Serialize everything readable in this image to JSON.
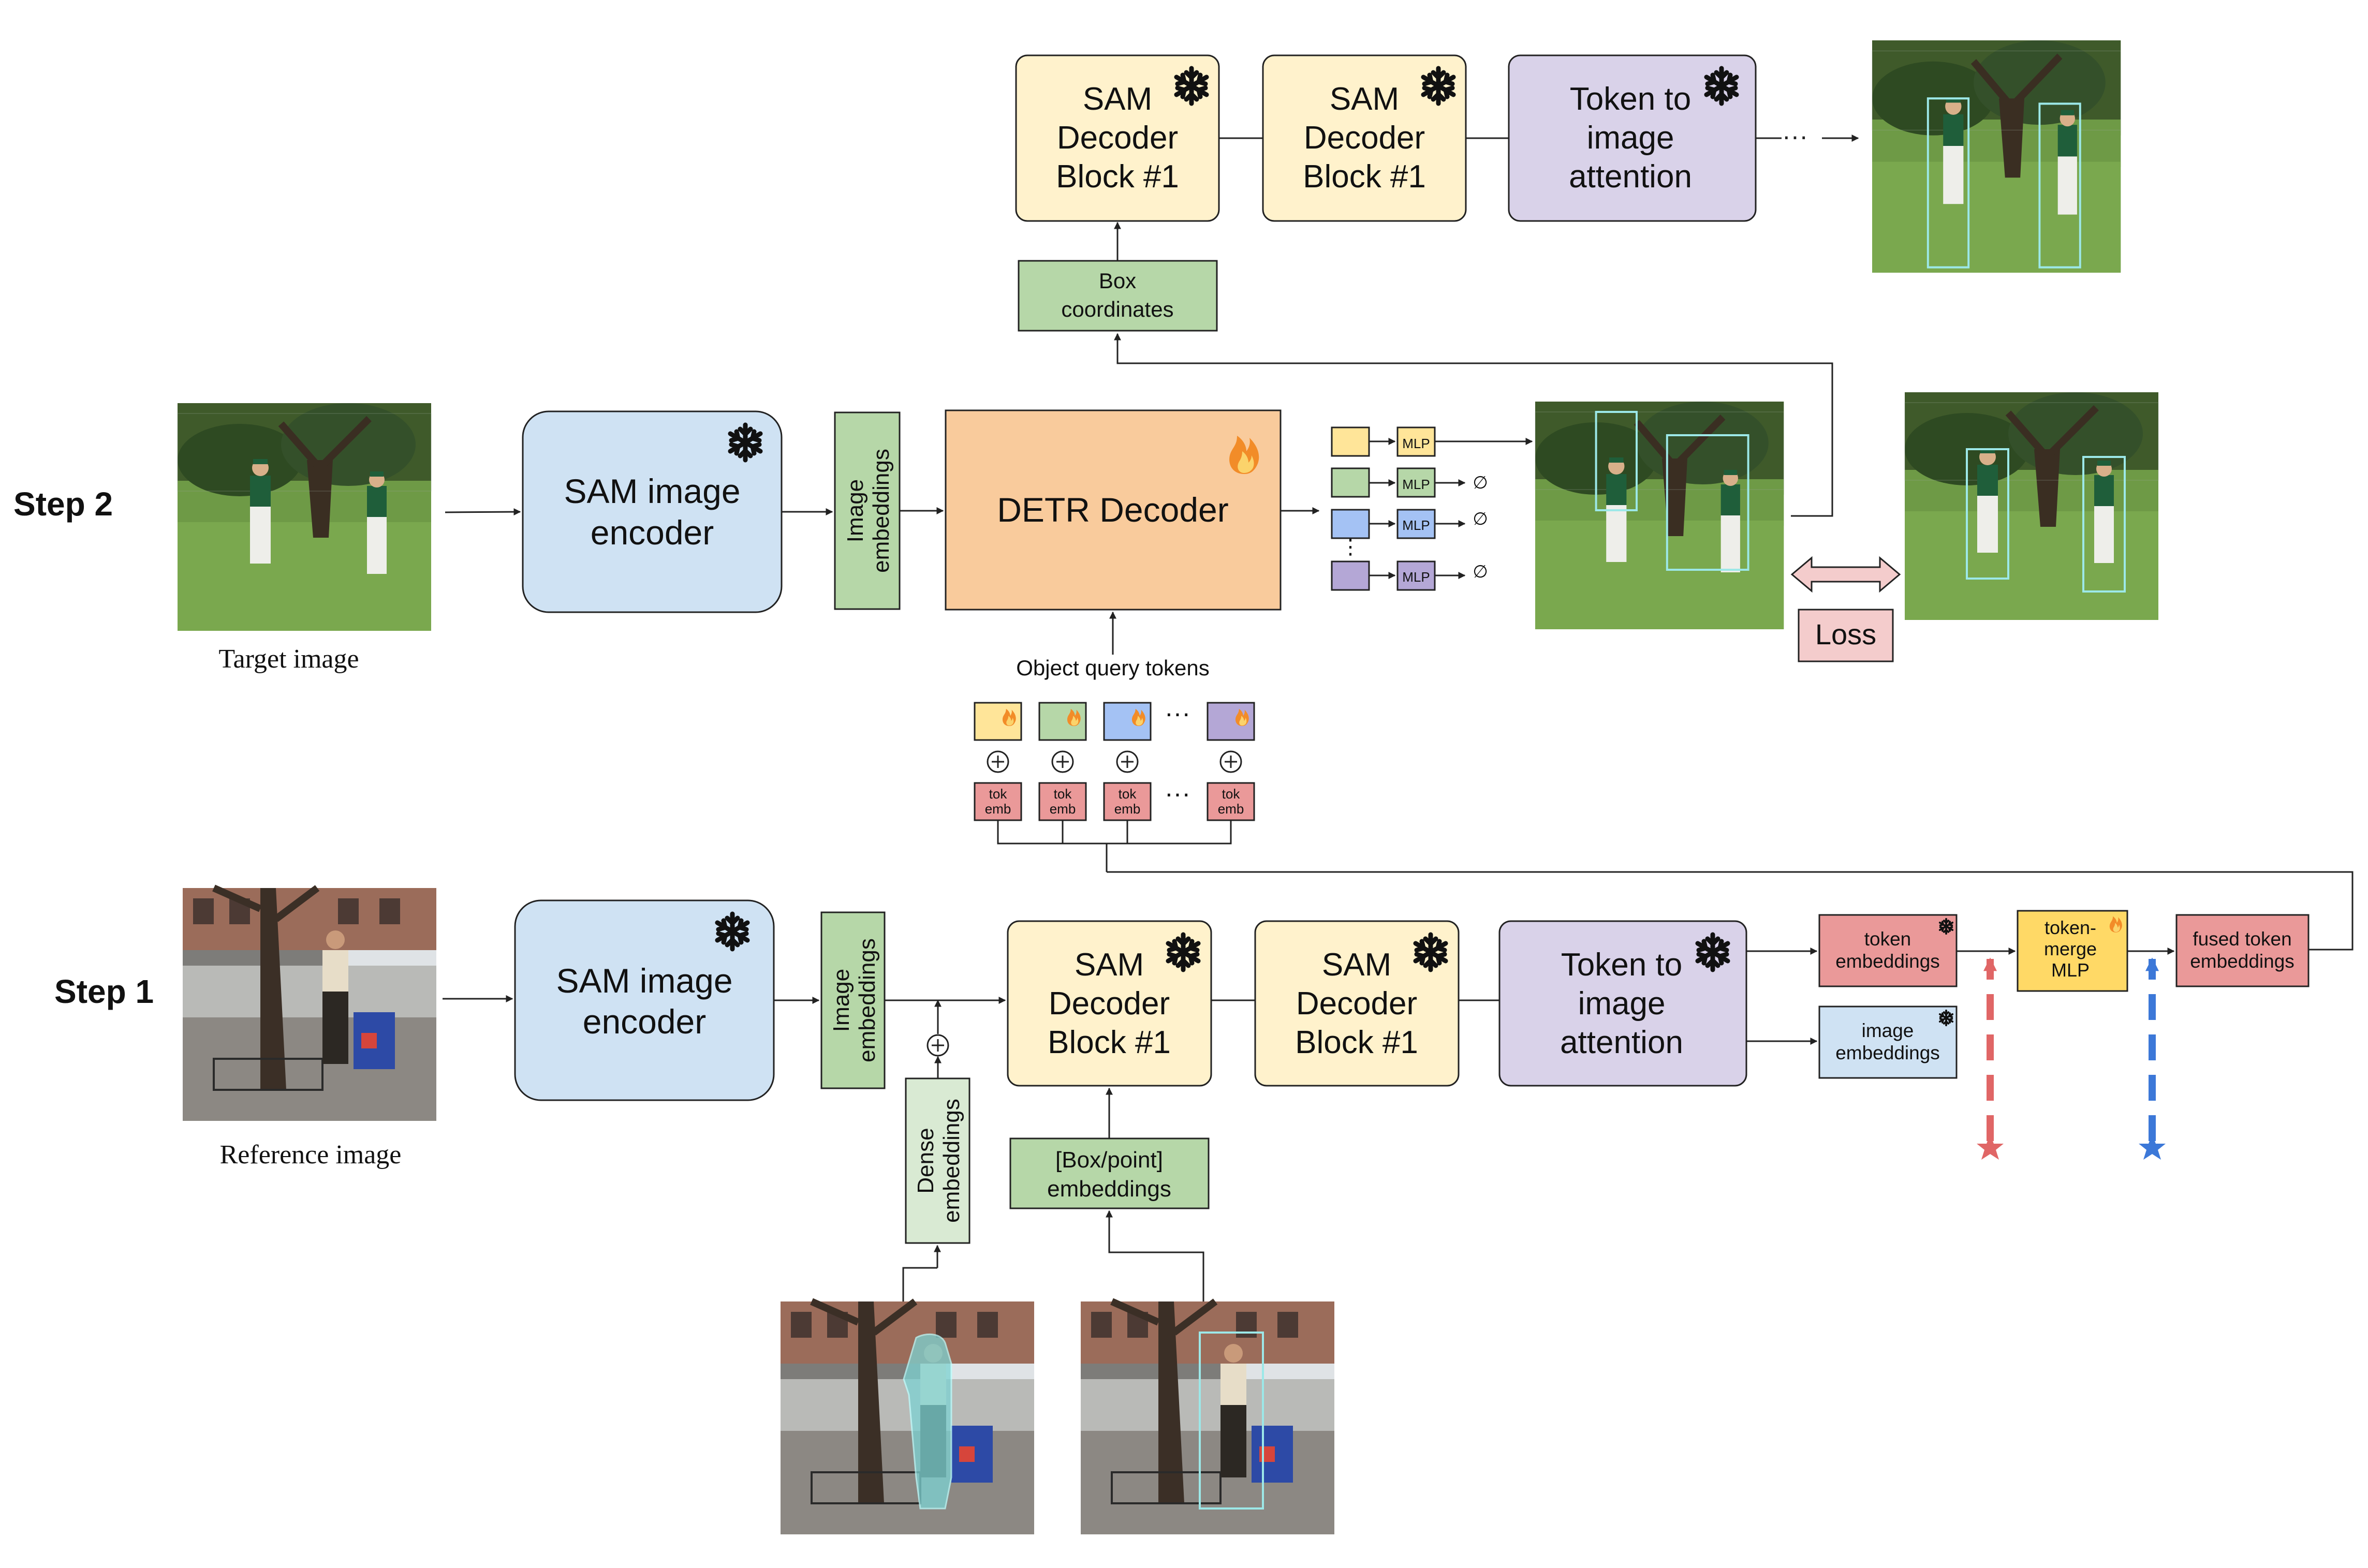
{
  "colors": {
    "sam_encoder_fill": "#cfe2f3",
    "sam_decoder_fill": "#fff2cc",
    "token_attention_fill": "#d9d2e9",
    "embedding_fill": "#b6d7a8",
    "dense_embedding_fill": "#d9ead3",
    "detr_fill": "#f9cb9c",
    "token_emb_fill": "#ea9999",
    "loss_fill": "#f4cccc",
    "stroke": "#222222",
    "star_red": "#e06666",
    "star_blue": "#3c78d8",
    "query_colors": [
      "#ffe599",
      "#b6d7a8",
      "#a4c2f4",
      "#b4a7d6"
    ]
  },
  "step2": {
    "label": "Step 2",
    "target_image_caption": "Target image",
    "sam_encoder": "SAM image encoder",
    "image_embeddings": "Image embeddings",
    "detr_decoder": "DETR Decoder",
    "object_query_tokens": "Object query tokens",
    "tok_emb": "tok emb",
    "mlp": "MLP",
    "empty_set": "∅",
    "box_coordinates": "Box coordinates",
    "loss": "Loss",
    "decoder_block_1": "SAM Decoder Block #1",
    "decoder_block_2": "SAM Decoder Block #1",
    "token_to_image": "Token to image attention",
    "ellipsis": "···"
  },
  "step1": {
    "label": "Step 1",
    "reference_image_caption": "Reference image",
    "sam_encoder": "SAM image encoder",
    "image_embeddings": "Image embeddings",
    "dense_embeddings": "Dense embeddings",
    "box_point_embeddings": "[Box/point] embeddings",
    "decoder_block_1": "SAM Decoder Block #1",
    "decoder_block_2": "SAM Decoder Block #1",
    "token_to_image": "Token to image attention",
    "token_embeddings": "token embeddings",
    "image_embeddings_out": "image embeddings",
    "token_merge_mlp": "token-merge MLP",
    "fused_token_embeddings": "fused token embeddings"
  },
  "icons": {
    "frozen": "snowflake-icon",
    "trainable": "flame-icon",
    "plus": "plus-circle-icon",
    "star": "star-icon"
  }
}
